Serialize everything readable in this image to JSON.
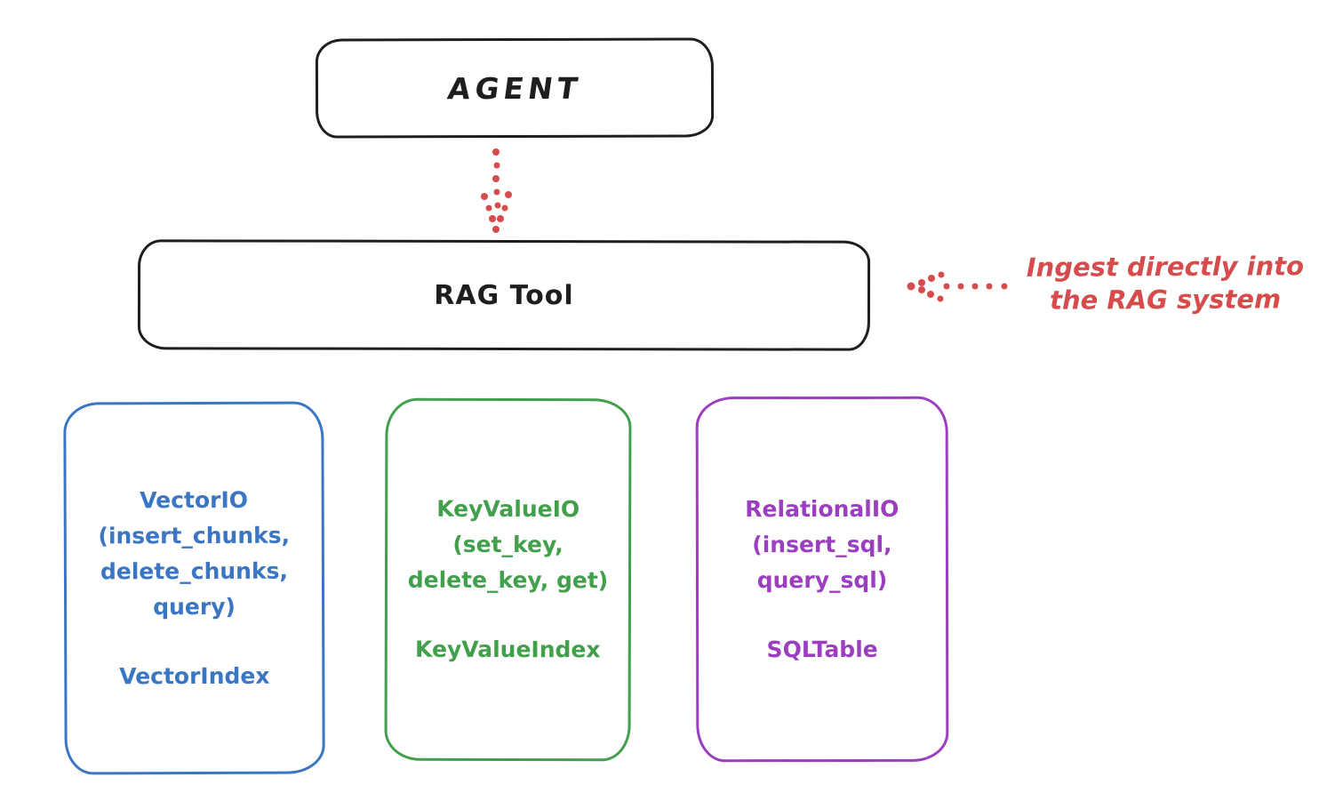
{
  "agent": {
    "label": "AGENT"
  },
  "rag_tool": {
    "label": "RAG Tool"
  },
  "annotation": {
    "line1": "Ingest directly into",
    "line2": "the RAG system"
  },
  "backends": {
    "vector": {
      "lines": [
        "VectorIO",
        "(insert_chunks,",
        "delete_chunks,",
        "query)"
      ],
      "index": "VectorIndex"
    },
    "keyvalue": {
      "lines": [
        "KeyValueIO",
        "(set_key,",
        "delete_key, get)"
      ],
      "index": "KeyValueIndex"
    },
    "relational": {
      "lines": [
        "RelationalIO",
        "(insert_sql,",
        "query_sql)"
      ],
      "index": "SQLTable"
    }
  },
  "colors": {
    "ink": "#1e1e1e",
    "accent_red": "#d64c4c",
    "vector_blue": "#3b76c4",
    "keyvalue_green": "#42a04d",
    "relational_purple": "#9b3fc0",
    "background": "#ffffff"
  }
}
